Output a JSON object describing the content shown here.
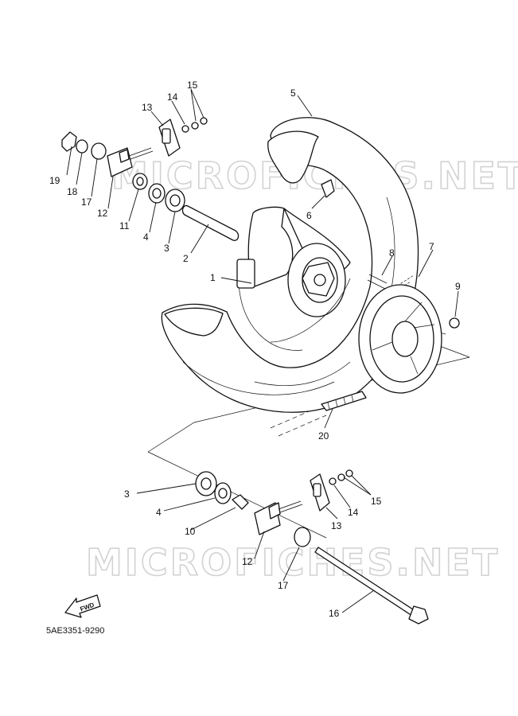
{
  "watermark": "MICROFICHES.NET",
  "drawing_code": "5AE3351-9290",
  "fwd_label": "FWD",
  "callouts": [
    "1",
    "2",
    "3",
    "4",
    "5",
    "6",
    "7",
    "8",
    "9",
    "10",
    "11",
    "12",
    "13",
    "14",
    "15",
    "16",
    "17",
    "18",
    "19",
    "20"
  ]
}
